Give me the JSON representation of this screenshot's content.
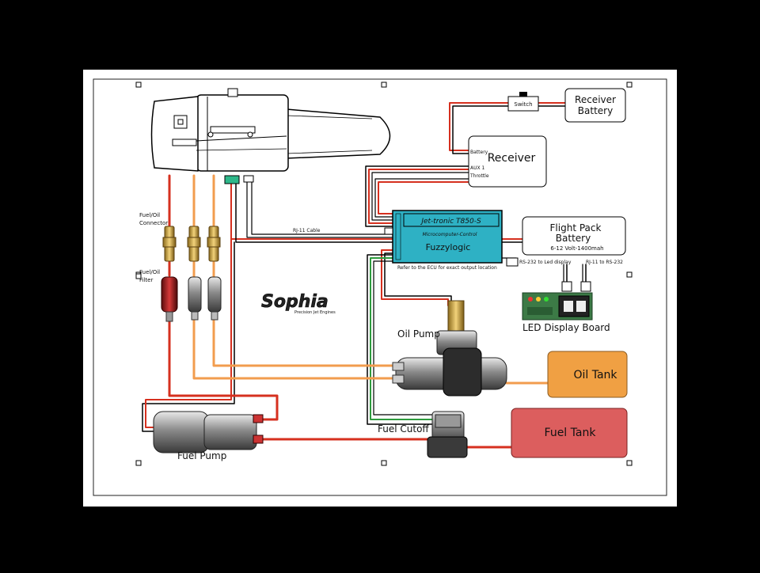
{
  "labels": {
    "switch": "Switch",
    "receiver_battery_1": "Receiver",
    "receiver_battery_2": "Battery",
    "receiver": "Receiver",
    "rx_battery": "Battery",
    "rx_aux": "AUX 1",
    "rx_throttle": "Throttle",
    "flight_pack_1": "Flight Pack",
    "flight_pack_2": "Battery",
    "flight_pack_3": "6-12 Volt-1400mah",
    "ecu_model": "Jet-tronic T850-S",
    "ecu_sub": "Microcomputer-Control",
    "ecu_brand": "Fuzzylogic",
    "ecu_refer": "Refer to the ECU for exact output location",
    "rj11_cable": "RJ-11 Cable",
    "rs232": "RS-232 to Led display",
    "rj11_rs232": "RJ-11 to RS-232",
    "fuel_oil_connector_1": "Fuel/Oil",
    "fuel_oil_connector_2": "Connector",
    "fuel_oil_filter_1": "Fuel/Oil",
    "fuel_oil_filter_2": "Filter",
    "logo": "Sophia",
    "logo_sub": "Precision Jet Engines",
    "led_board": "LED Display Board",
    "oil_pump": "Oil Pump",
    "oil_tank": "Oil Tank",
    "fuel_tank": "Fuel Tank",
    "fuel_cutoff": "Fuel Cutoff",
    "fuel_pump": "Fuel Pump"
  },
  "colors": {
    "background": "#000000",
    "paper": "#ffffff",
    "ecu": "#2eb1c4",
    "oil_tank": "#f0a043",
    "fuel_tank": "#dc5e5e",
    "fuel_line": "#d6301f",
    "oil_line": "#f29c4e",
    "green_wire": "#2e9b3e"
  }
}
